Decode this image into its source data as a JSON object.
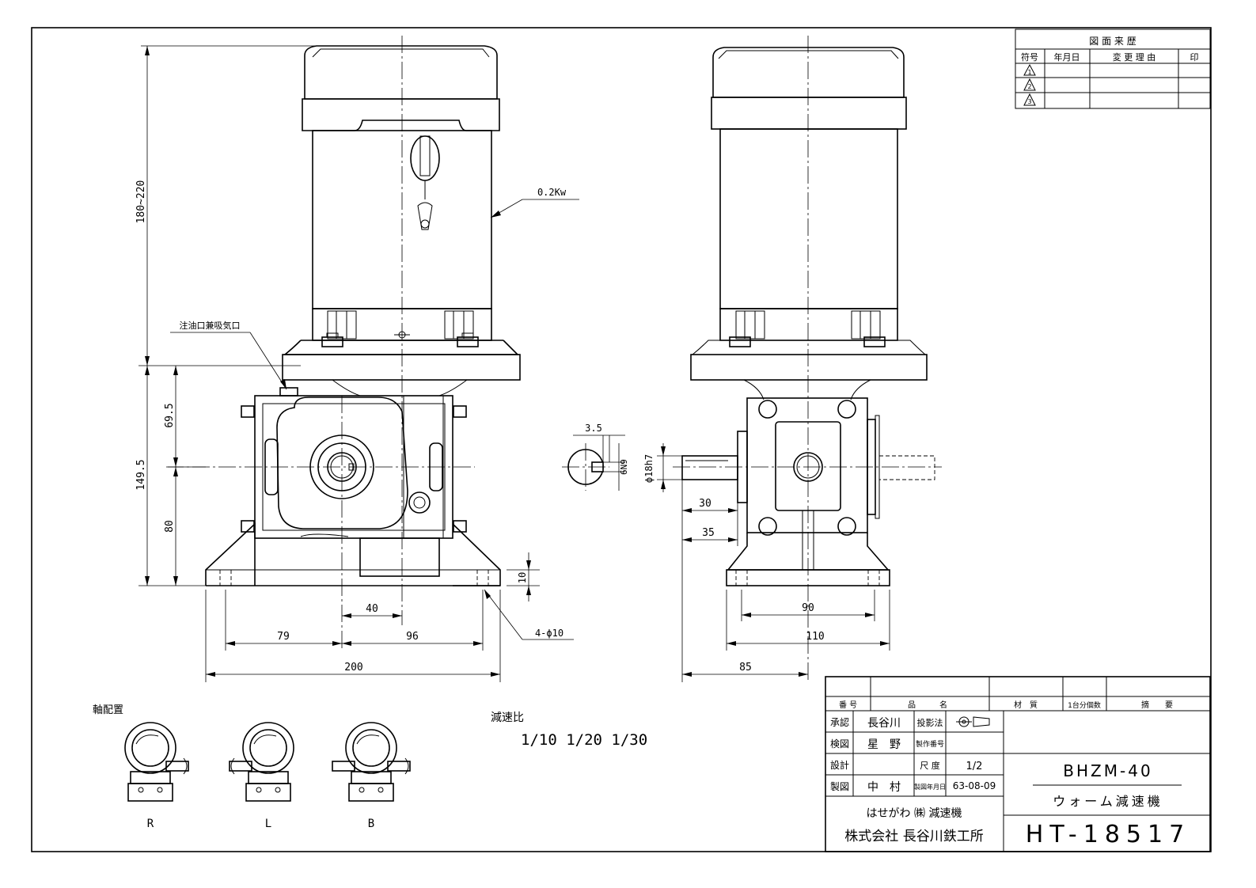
{
  "revision_table": {
    "title": "図 面 来 歴",
    "headers": [
      "符号",
      "年月日",
      "変 更 理 由",
      "印"
    ],
    "marks": [
      "1",
      "2",
      "3"
    ]
  },
  "dimensions": {
    "motor_height": "180~220",
    "gear_height": "149.5",
    "upper_height": "69.5",
    "lower_height": "80",
    "base_thickness": "10",
    "offset_40": "40",
    "left_79": "79",
    "mid_96": "96",
    "total_200": "200",
    "bolt_holes": "4-ϕ10",
    "key_width": "3.5",
    "key_tol": "6N9",
    "shaft_dia": "ϕ18h7",
    "shaft_30": "30",
    "shaft_35": "35",
    "base_90": "90",
    "base_110": "110",
    "center_85": "85"
  },
  "labels": {
    "motor_power": "0.2Kw",
    "oil_port": "注油口兼吸気口",
    "shaft_arrangement": "軸配置",
    "arr_r": "R",
    "arr_l": "L",
    "arr_b": "B",
    "ratio_title": "減速比",
    "ratios": "1/10  1/20  1/30"
  },
  "title_block": {
    "head_number": "番 号",
    "head_name": "品　　　名",
    "head_material": "材　質",
    "head_qty": "1台分個数",
    "head_remarks": "摘　　要",
    "approve_label": "承認",
    "approve_name": "長谷川",
    "check_label": "検図",
    "check_name": "星　野",
    "design_label": "設計",
    "design_name": "",
    "draw_label": "製図",
    "draw_name": "中　村",
    "projection_label": "投影法",
    "product_no_label": "製作番号",
    "scale_label": "尺 度",
    "scale_value": "1/2",
    "date_label": "製図年月日",
    "date_value": "63-08-09",
    "company_brand": "はせがわ ㈱ 減速機",
    "company_name": "株式会社 長谷川鉄工所",
    "model": "BHZM-40",
    "product_name": "ウォーム減速機",
    "drawing_number": "HT-18517"
  },
  "icons": {
    "projection": "third-angle-projection-icon",
    "revision_mark": "triangle-revision-icon"
  }
}
